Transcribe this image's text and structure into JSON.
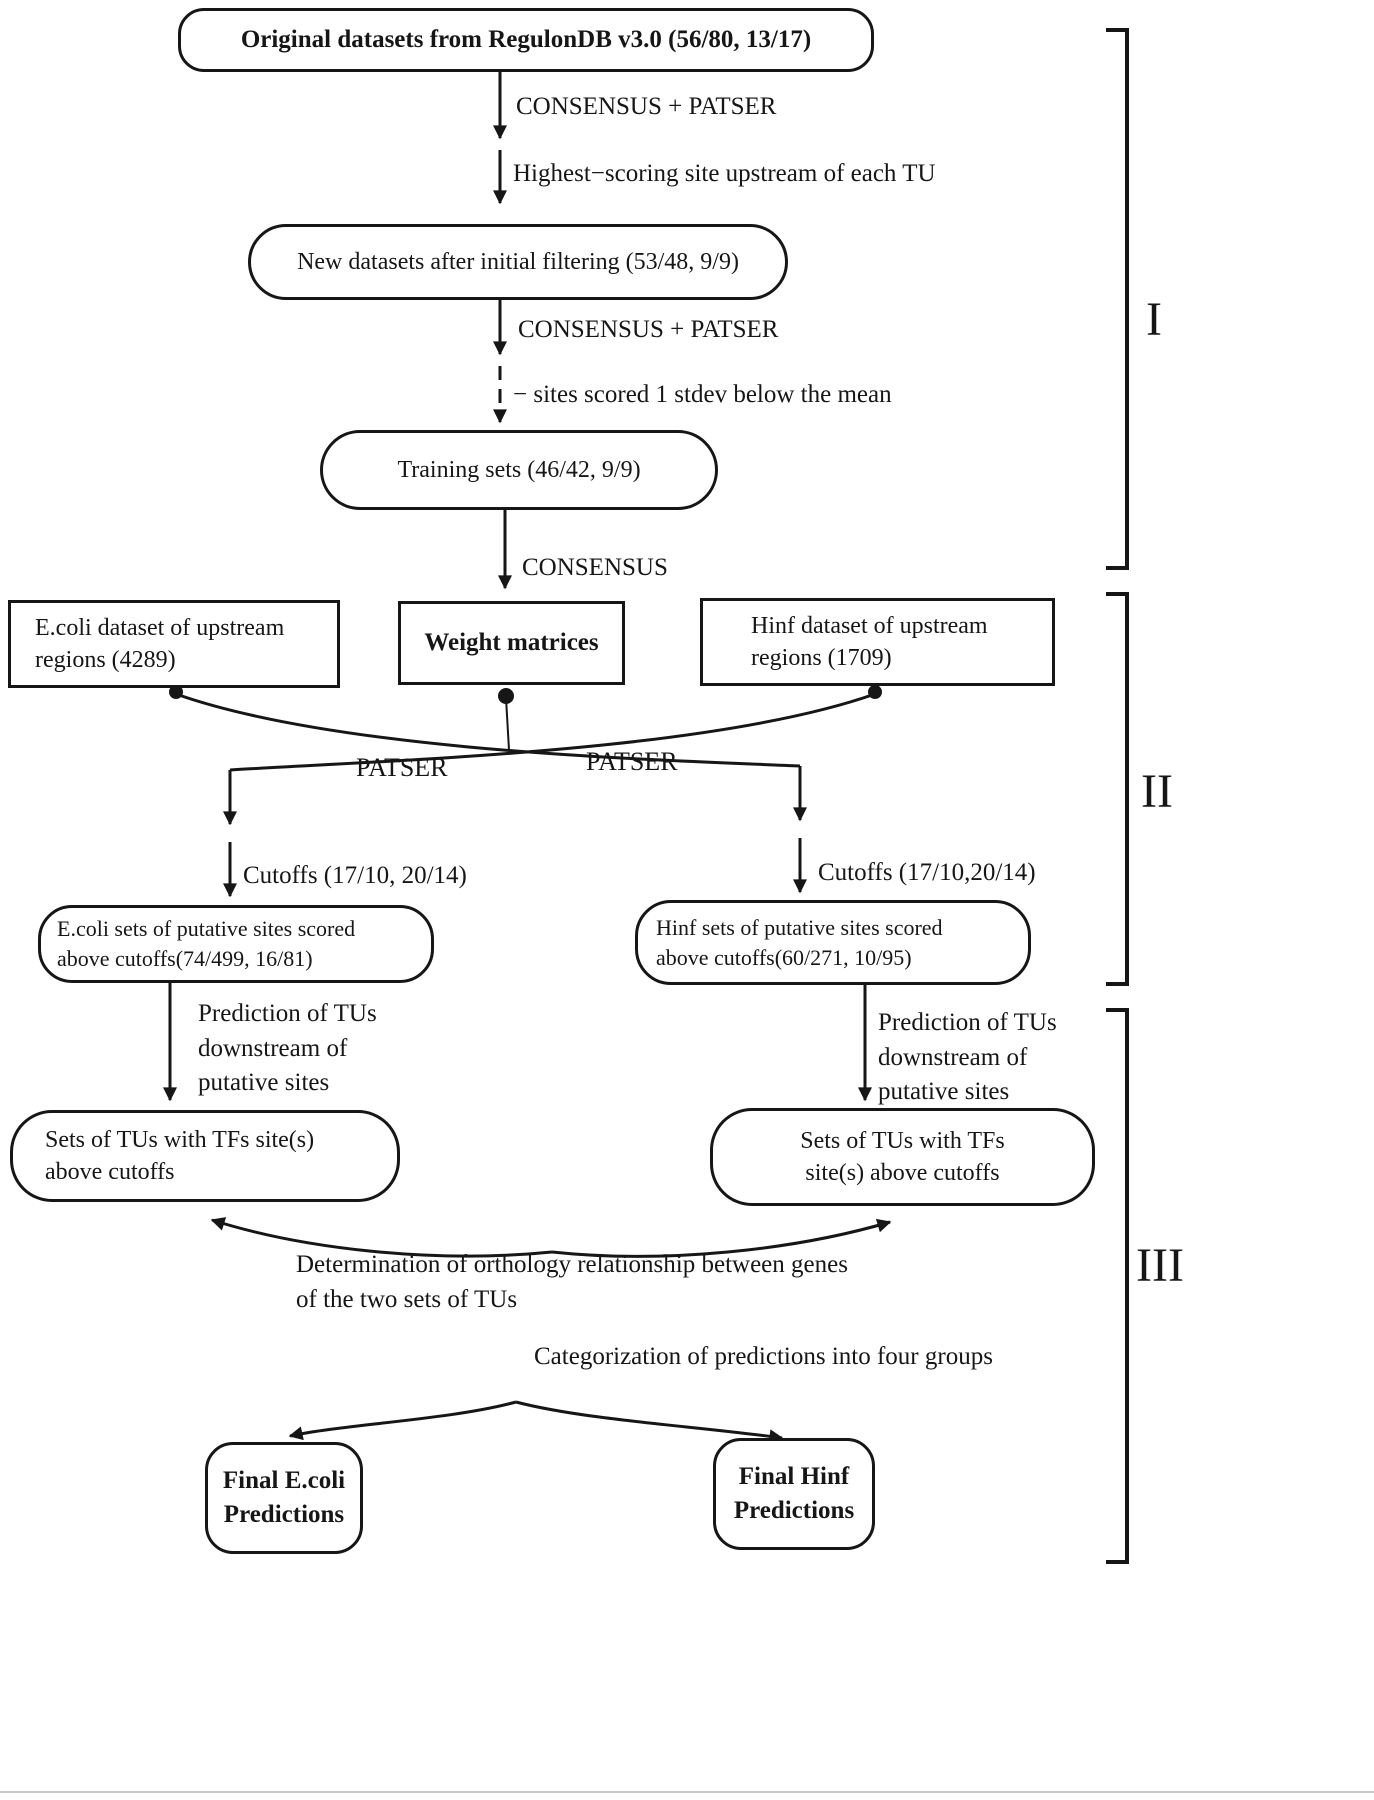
{
  "figure": {
    "boxes": {
      "original": "Original datasets from RegulonDB v3.0 (56/80, 13/17)",
      "new_datasets": "New datasets after initial filtering (53/48, 9/9)",
      "training_sets": "Training sets (46/42, 9/9)",
      "ecoli_dataset": "E.coli dataset of upstream\nregions (4289)",
      "weight_matrices": "Weight matrices",
      "hinf_dataset": "Hinf dataset of upstream\nregions (1709)",
      "ecoli_putative": "E.coli sets of putative sites scored\nabove cutoffs(74/499, 16/81)",
      "hinf_putative": "Hinf sets of putative sites scored\nabove cutoffs(60/271, 10/95)",
      "ecoli_tus": "Sets of TUs with TFs site(s)\nabove cutoffs",
      "hinf_tus": "Sets of TUs with TFs\nsite(s) above cutoffs",
      "final_ecoli": "Final E.coli\nPredictions",
      "final_hinf": "Final Hinf\nPredictions"
    },
    "labels": {
      "consensus_patser_1": "CONSENSUS + PATSER",
      "highest_scoring": "Highest−scoring site upstream of each TU",
      "consensus_patser_2": "CONSENSUS + PATSER",
      "stdev_filter": "− sites scored 1 stdev below the mean",
      "consensus": "CONSENSUS",
      "patser_left": "PATSER",
      "patser_right": "PATSER",
      "cutoffs_left": "Cutoffs (17/10, 20/14)",
      "cutoffs_right": "Cutoffs (17/10,20/14)",
      "prediction_left": "Prediction of TUs\ndownstream of\nputative sites",
      "prediction_right": "Prediction of TUs\ndownstream of\nputative sites",
      "orthology": "Determination of orthology relationship between genes\nof the two sets of TUs",
      "categorization": "Categorization of predictions into four groups"
    },
    "stages": {
      "one": "I",
      "two": "II",
      "three": "III"
    },
    "colors": {
      "ink": "#161616",
      "background": "#ffffff"
    }
  }
}
